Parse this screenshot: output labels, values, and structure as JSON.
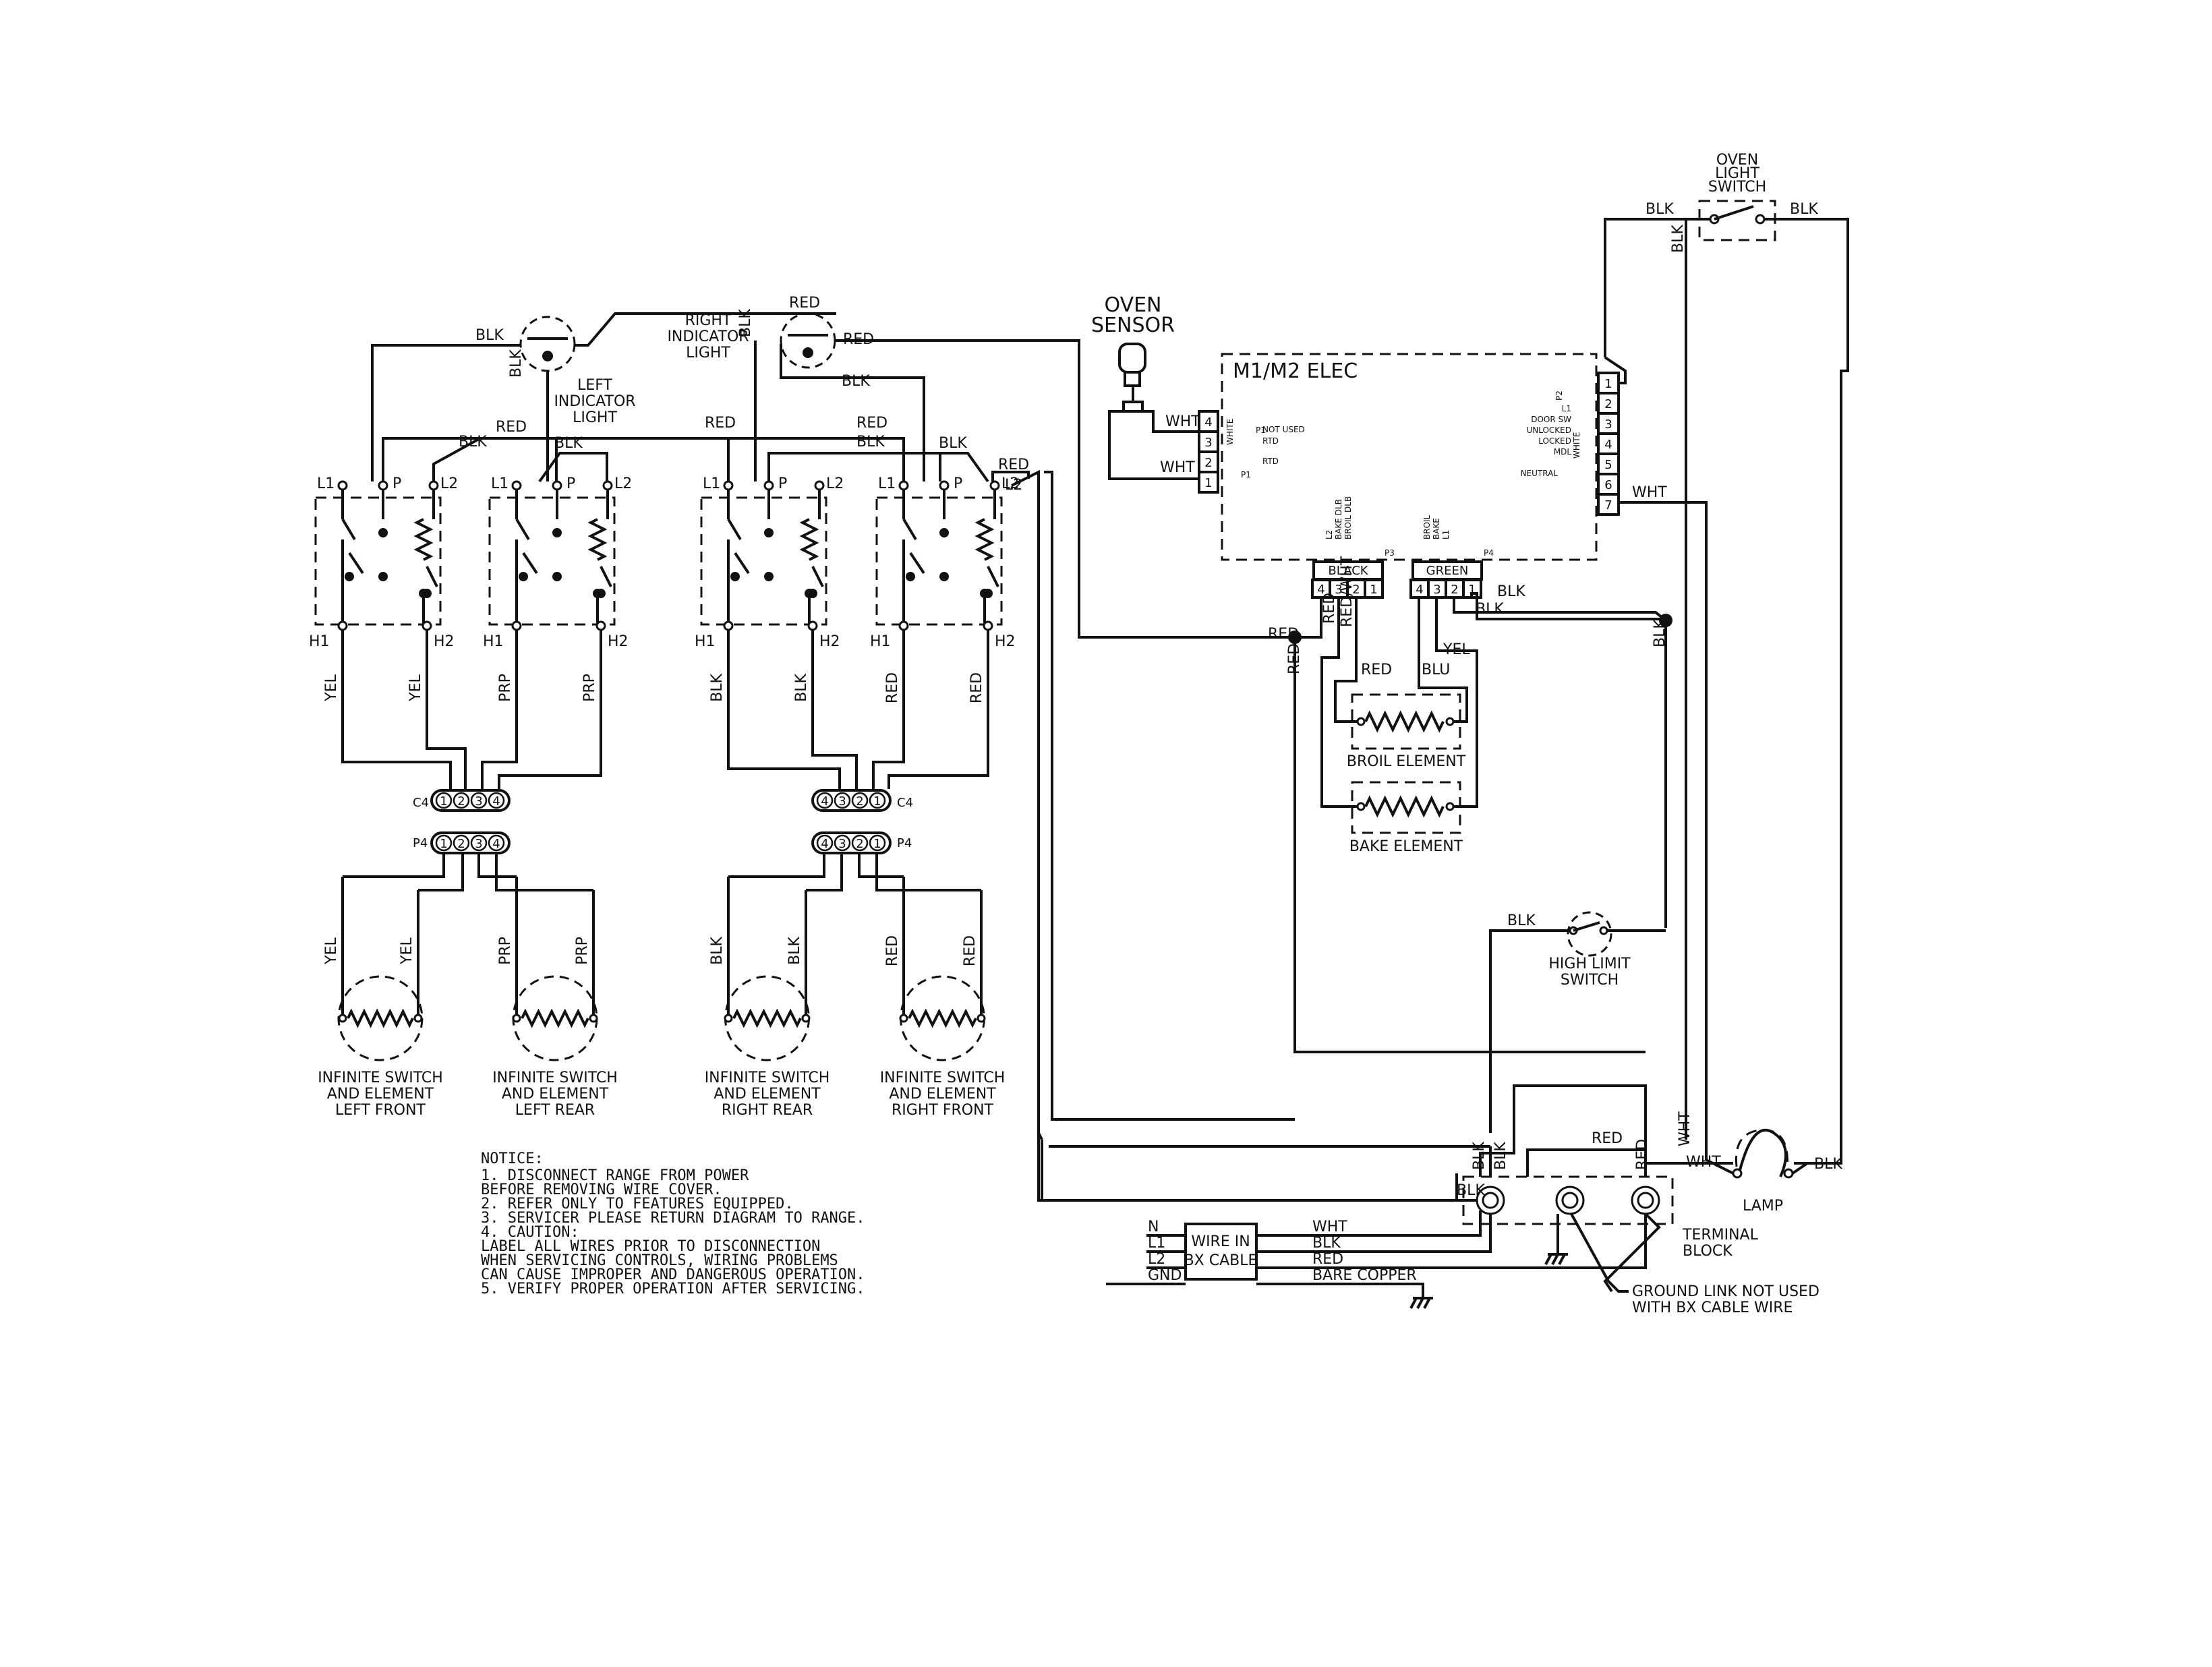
{
  "labels": {
    "oven_light_switch": [
      "OVEN",
      "LIGHT",
      "SWITCH"
    ],
    "oven_sensor": [
      "OVEN",
      "SENSOR"
    ],
    "control": "M1/M2 ELEC",
    "left_indicator": [
      "LEFT",
      "INDICATOR",
      "LIGHT"
    ],
    "right_indicator": [
      "RIGHT",
      "INDICATOR",
      "LIGHT"
    ],
    "broil_element": "BROIL ELEMENT",
    "bake_element": "BAKE ELEMENT",
    "high_limit_switch": [
      "HIGH LIMIT",
      "SWITCH"
    ],
    "lamp": "LAMP",
    "terminal_block": [
      "TERMINAL",
      "BLOCK"
    ],
    "wire_in_bx_cable": [
      "WIRE IN",
      "BX CABLE"
    ],
    "ground_link": [
      "GROUND LINK NOT USED",
      "WITH BX CABLE WIRE"
    ],
    "black": "BLACK",
    "green": "GREEN",
    "white": "WHITE",
    "neutral": "NEUTRAL",
    "not_used": "NOT USED",
    "rtd": "RTD",
    "p1": "P1",
    "p2": "P2",
    "p3": "P3",
    "p4": "P4",
    "c4": "C4",
    "L1": "L1",
    "L2": "L2",
    "P": "P",
    "H1": "H1",
    "H2": "H2",
    "N": "N",
    "GND": "GND",
    "p2_pins": [
      "L1",
      "DOOR SW",
      "UNLOCKED",
      "LOCKED",
      "MDL"
    ],
    "p3_pins": [
      "L2",
      "BAKE DLB",
      "BROIL DLB"
    ],
    "p4_pins": [
      "BROIL",
      "BAKE",
      "L1"
    ]
  },
  "infinite_switches": [
    "INFINITE SWITCH\nAND ELEMENT\nLEFT FRONT",
    "INFINITE SWITCH\nAND ELEMENT\nLEFT REAR",
    "INFINITE SWITCH\nAND ELEMENT\nRIGHT REAR",
    "INFINITE SWITCH\nAND ELEMENT\nRIGHT FRONT"
  ],
  "wire_colors": {
    "blk": "BLK",
    "red": "RED",
    "wht": "WHT",
    "yel": "YEL",
    "prp": "PRP",
    "blu": "BLU",
    "red_wht": "RED/WHT",
    "bare_copper": "BARE COPPER"
  },
  "notice": {
    "title": "NOTICE:",
    "lines": [
      "1. DISCONNECT RANGE FROM POWER",
      "   BEFORE REMOVING WIRE COVER.",
      "2. REFER ONLY TO FEATURES EQUIPPED.",
      "3. SERVICER PLEASE RETURN DIAGRAM TO RANGE.",
      "4. CAUTION:",
      "   LABEL ALL WIRES PRIOR TO DISCONNECTION",
      "   WHEN SERVICING CONTROLS, WIRING PROBLEMS",
      "   CAN CAUSE IMPROPER AND DANGEROUS OPERATION.",
      "5. VERIFY PROPER OPERATION AFTER SERVICING."
    ]
  }
}
